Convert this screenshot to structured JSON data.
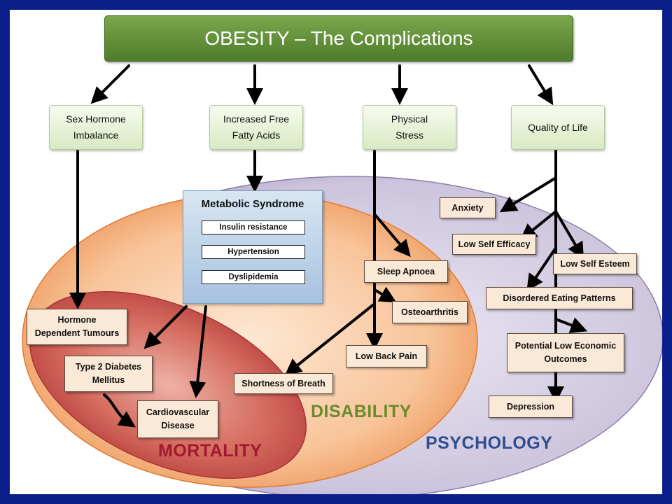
{
  "title": "OBESITY – The Complications",
  "categories": {
    "sex_hormone": "Sex Hormone\nImbalance",
    "free_fatty_acids": "Increased Free\nFatty Acids",
    "physical_stress": "Physical\nStress",
    "quality_of_life": "Quality of Life"
  },
  "metabolic_syndrome": {
    "title": "Metabolic Syndrome",
    "items": [
      "Insulin resistance",
      "Hypertension",
      "Dyslipidemia"
    ]
  },
  "outcomes": {
    "hormone_tumours": "Hormone\nDependent Tumours",
    "type2_diabetes": "Type 2 Diabetes\nMellitus",
    "cardiovascular": "Cardiovascular\nDisease",
    "shortness_of_breath": "Shortness of Breath",
    "sleep_apnoea": "Sleep Apnoea",
    "osteoarthritis": "Osteoarthritis",
    "low_back_pain": "Low Back Pain",
    "anxiety": "Anxiety",
    "low_self_efficacy": "Low Self Efficacy",
    "low_self_esteem": "Low Self Esteem",
    "disordered_eating": "Disordered Eating Patterns",
    "low_economic": "Potential Low Economic\nOutcomes",
    "depression": "Depression"
  },
  "regions": {
    "mortality": "MORTALITY",
    "disability": "DISABILITY",
    "psychology": "PSYCHOLOGY"
  },
  "colors": {
    "frame": "#0b1f8a",
    "banner": "#5e8a36",
    "mortality_text": "#a01a2e",
    "disability_text": "#6b8a2a",
    "psychology_text": "#2e4d8f"
  }
}
